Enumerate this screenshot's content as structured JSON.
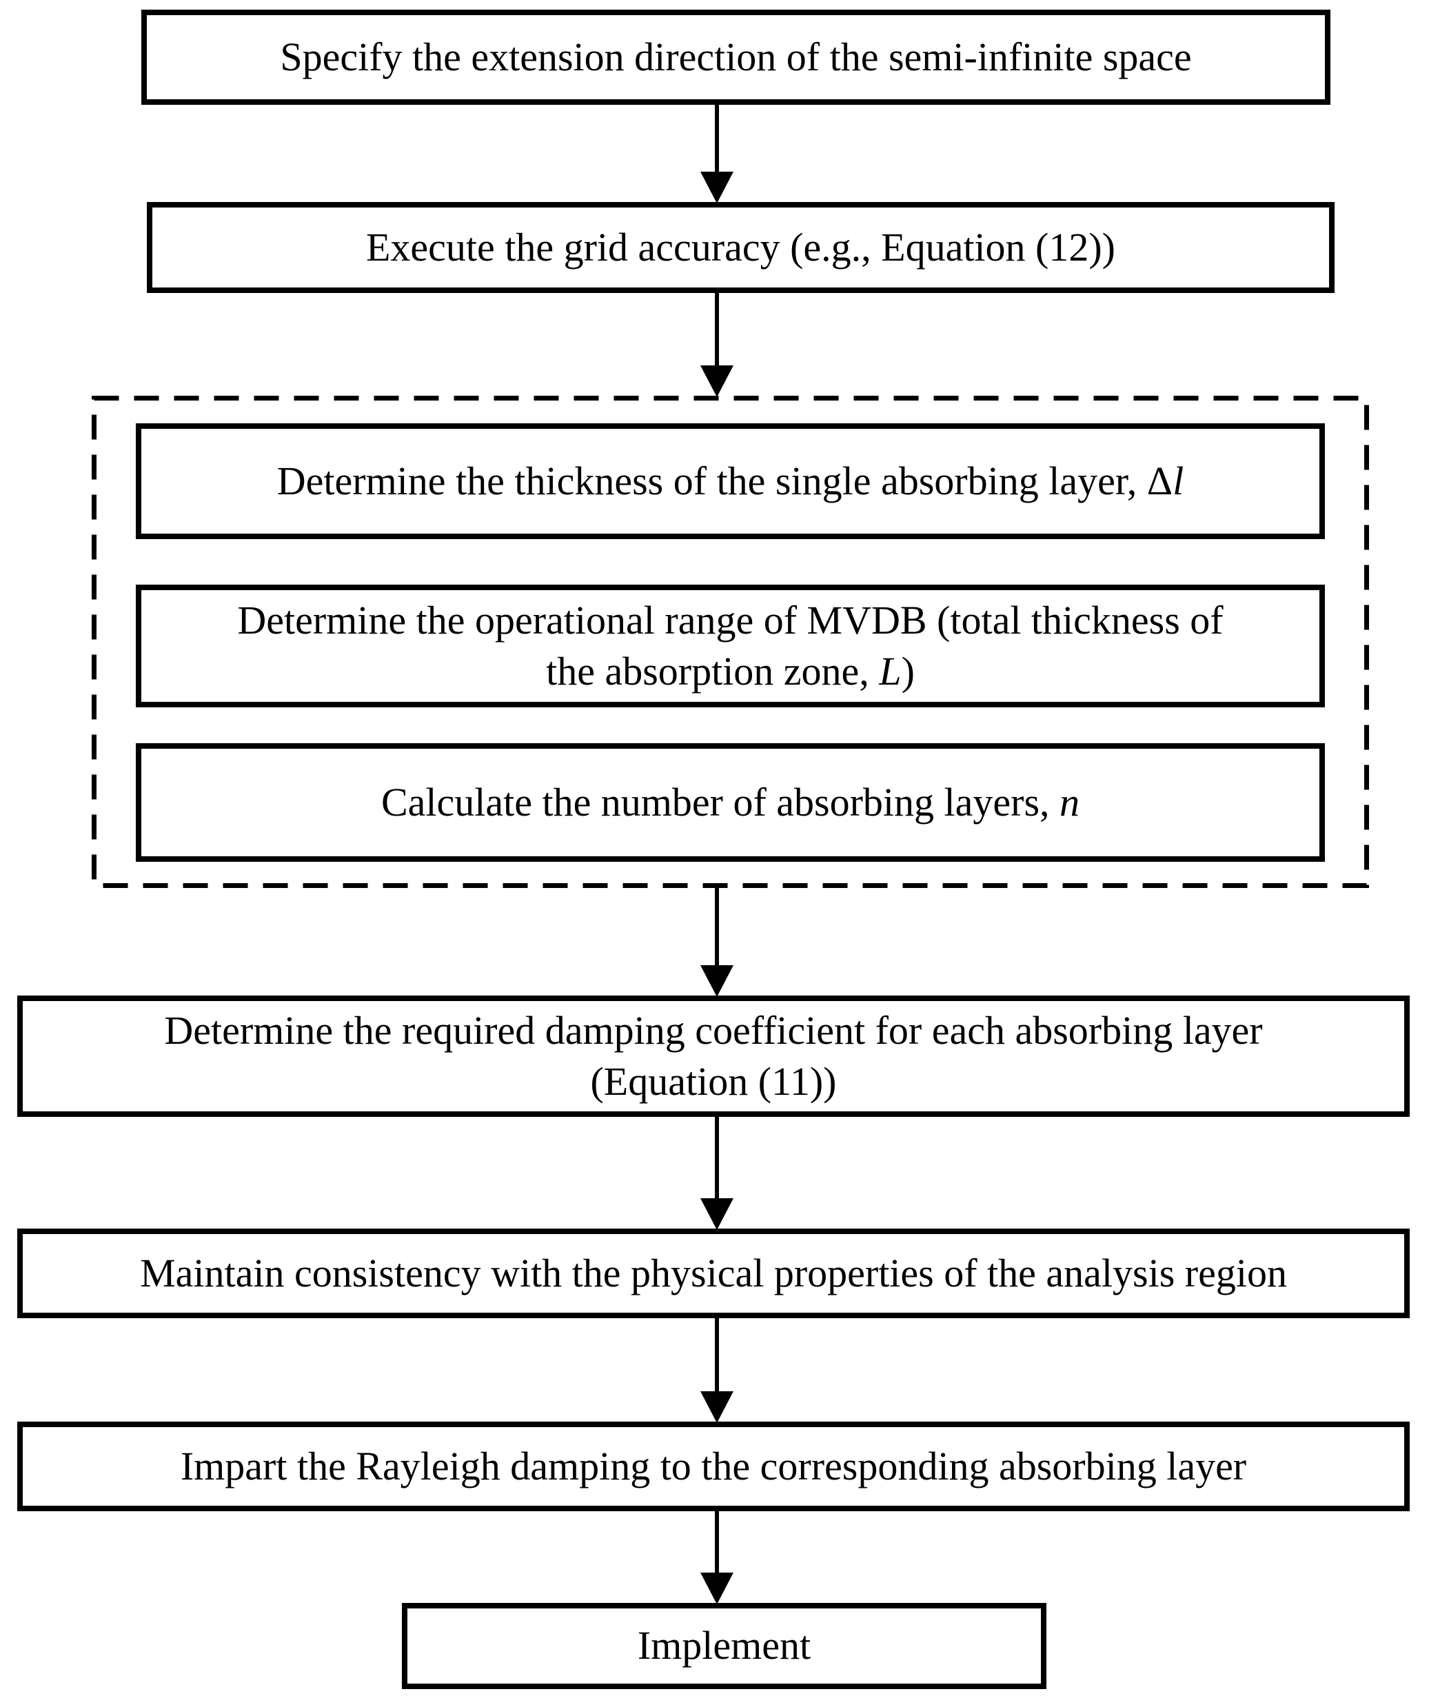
{
  "flowchart": {
    "colors": {
      "line": "#000000",
      "background": "#ffffff"
    },
    "steps": {
      "specify_direction": {
        "lines": [
          [
            {
              "text": "Specify the extension direction of the semi-infinite space"
            }
          ]
        ]
      },
      "grid_accuracy": {
        "lines": [
          [
            {
              "text": "Execute the grid accuracy (e.g., Equation (12))"
            }
          ]
        ]
      },
      "single_layer_thickness": {
        "lines": [
          [
            {
              "text": "Determine the thickness of the single absorbing layer, Δ"
            },
            {
              "text": "l",
              "italic": true
            }
          ]
        ]
      },
      "mvdb_range": {
        "lines": [
          [
            {
              "text": "Determine the operational range of MVDB (total thickness of"
            }
          ],
          [
            {
              "text": "the absorption zone, "
            },
            {
              "text": "L",
              "italic": true
            },
            {
              "text": ")"
            }
          ]
        ]
      },
      "layer_count": {
        "lines": [
          [
            {
              "text": "Calculate the number of absorbing layers, "
            },
            {
              "text": "n",
              "italic": true
            }
          ]
        ]
      },
      "damping_coefficient": {
        "lines": [
          [
            {
              "text": "Determine the required damping coefficient for each absorbing layer"
            }
          ],
          [
            {
              "text": "(Equation (11))"
            }
          ]
        ]
      },
      "consistency": {
        "lines": [
          [
            {
              "text": "Maintain consistency with the physical properties of the analysis region"
            }
          ]
        ]
      },
      "rayleigh_damping": {
        "lines": [
          [
            {
              "text": "Impart the Rayleigh damping to the corresponding absorbing layer"
            }
          ]
        ]
      },
      "implement": {
        "lines": [
          [
            {
              "text": "Implement"
            }
          ]
        ]
      }
    }
  }
}
